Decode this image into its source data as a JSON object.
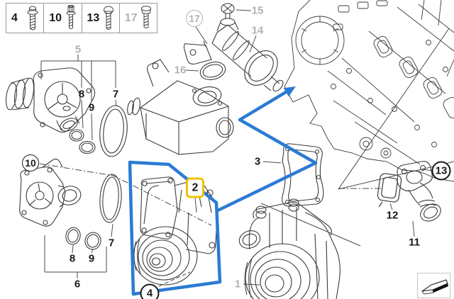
{
  "diagram": {
    "type": "parts-exploded-diagram",
    "colors": {
      "highlight_blue": "#2b7bd4",
      "highlight_yellow": "#f0c000",
      "dim_label": "#b3b3b3",
      "line_art": "#3c3c3c"
    }
  },
  "fastener_table": {
    "cells": [
      {
        "label": "4",
        "icon": "flange-bolt-icon",
        "dimmed": false
      },
      {
        "label": "10",
        "icon": "stud-bolt-icon",
        "dimmed": false
      },
      {
        "label": "13",
        "icon": "dome-bolt-icon",
        "dimmed": false
      },
      {
        "label": "17",
        "icon": "hex-bolt-icon",
        "dimmed": true
      }
    ]
  },
  "callouts": {
    "c1": "1",
    "c2": "2",
    "c3": "3",
    "c4": "4",
    "c5": "5",
    "c6": "6",
    "c7": "7",
    "c8": "8",
    "c9": "9",
    "c10": "10",
    "c11": "11",
    "c12": "12",
    "c13": "13",
    "c14": "14",
    "c15": "15",
    "c16": "16",
    "c17": "17"
  },
  "footer": {
    "icon": "direction-arrow-icon"
  }
}
